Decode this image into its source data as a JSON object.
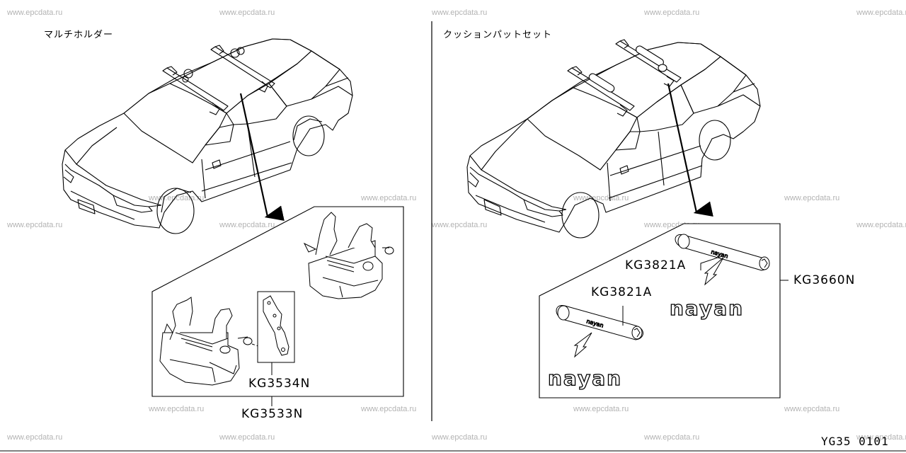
{
  "watermark": "www.epcdata.ru",
  "left_section": {
    "title": "マルチホルダー",
    "parts": {
      "kit": "KG3533N",
      "bracket": "KG3534N"
    }
  },
  "right_section": {
    "title": "クッションパットセット",
    "parts": {
      "set": "KG3660N",
      "pad_upper": "KG3821A",
      "pad_lower": "KG3821A"
    },
    "brand_text": "nayan"
  },
  "diagram_code": "YG35  0101"
}
